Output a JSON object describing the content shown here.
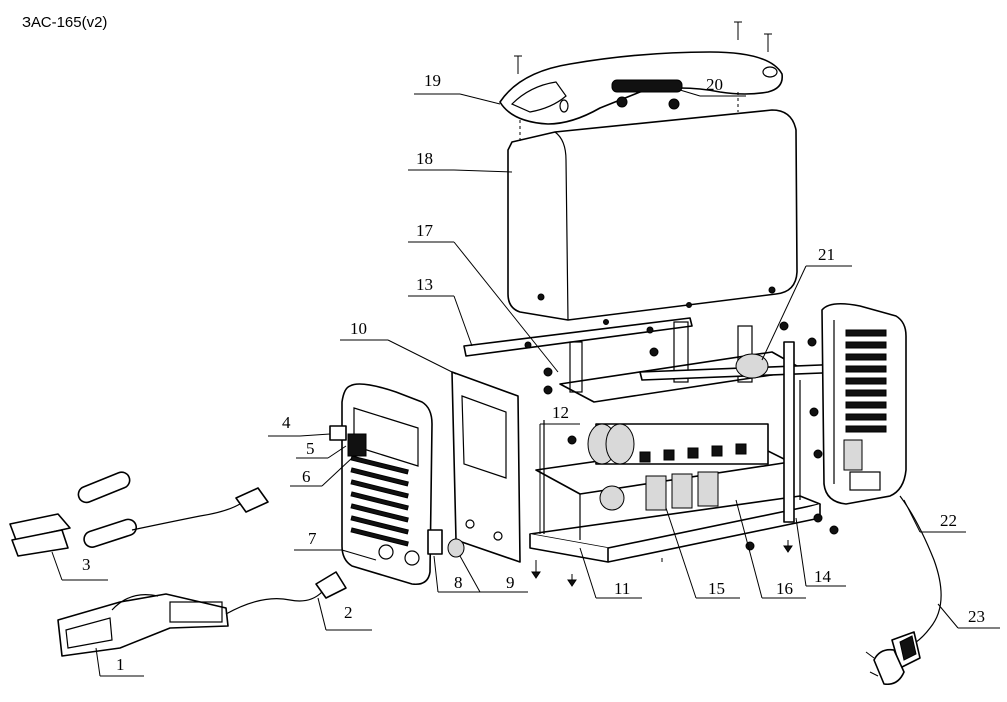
{
  "title": "ЗАС-165(v2)",
  "callouts": [
    "1",
    "2",
    "3",
    "4",
    "5",
    "6",
    "7",
    "8",
    "9",
    "10",
    "11",
    "12",
    "13",
    "14",
    "15",
    "16",
    "17",
    "18",
    "19",
    "20",
    "21",
    "22",
    "23"
  ]
}
